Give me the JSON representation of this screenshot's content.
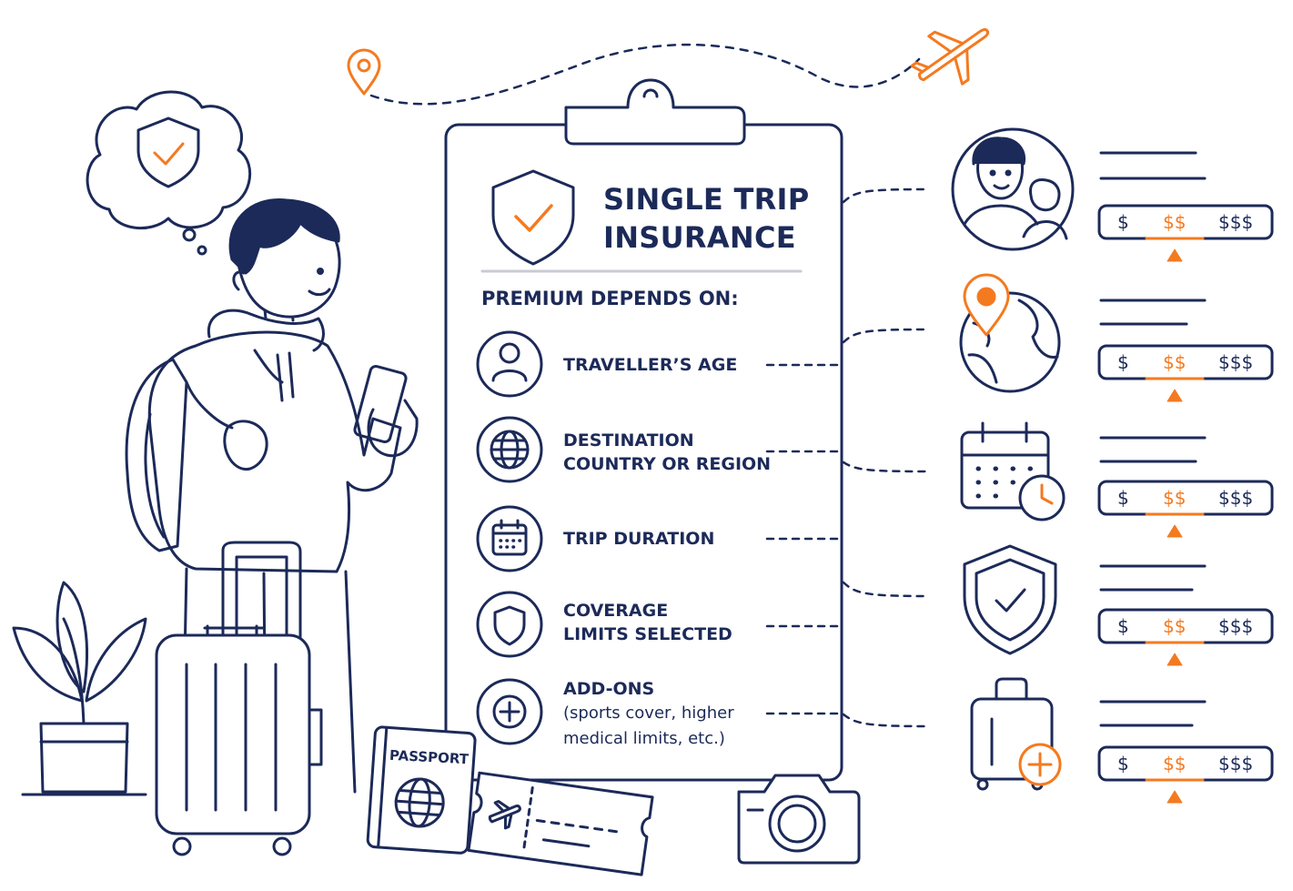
{
  "title": {
    "line1": "SINGLE TRIP",
    "line2": "INSURANCE"
  },
  "subheading": "PREMIUM DEPENDS ON:",
  "factors": [
    {
      "line1": "TRAVELLER’S AGE",
      "icon": "person-icon"
    },
    {
      "line1": "DESTINATION",
      "line2": "COUNTRY OR REGION",
      "icon": "globe-icon"
    },
    {
      "line1": "TRIP DURATION",
      "icon": "calendar-icon"
    },
    {
      "line1": "COVERAGE",
      "line2": "LIMITS SELECTED",
      "icon": "shield-icon"
    },
    {
      "line1": "ADD-ONS",
      "note1": "(sports cover, higher",
      "note2": "medical limits, etc.)",
      "icon": "plus-icon"
    }
  ],
  "passport_label": "PASSPORT",
  "price_scale": {
    "low": "$",
    "mid": "$$",
    "high": "$$$"
  },
  "colors": {
    "navy": "#1c2a59",
    "orange": "#f47a20",
    "divider": "#c8cbd6"
  }
}
